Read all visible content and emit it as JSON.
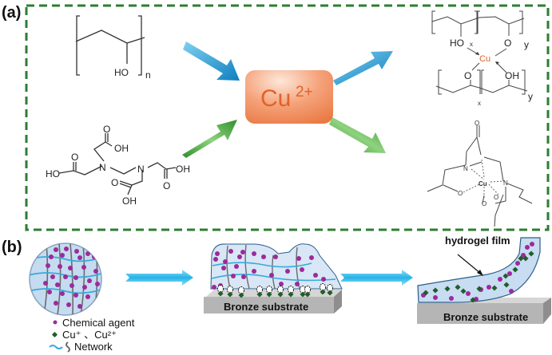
{
  "panels": {
    "a": {
      "label": "(a)",
      "ligands": {
        "pva": {
          "name": "PVA repeat unit",
          "group": "HO",
          "subscript": "n"
        },
        "edta": {
          "name": "EDTA",
          "oh_labels": [
            "OH",
            "HO",
            "OH",
            "OH"
          ],
          "o_labels": [
            "O",
            "O",
            "O",
            "O"
          ],
          "n_labels": [
            "N",
            "N"
          ]
        }
      },
      "center": {
        "ion": "Cu",
        "charge": "2+"
      },
      "products": {
        "pva_complex": {
          "metal": "Cu",
          "groups": [
            "HO",
            "O",
            "O",
            "OH"
          ],
          "subscripts": [
            "x",
            "y",
            "x",
            "y"
          ]
        },
        "edta_complex": {
          "metal": "Cu",
          "atoms": [
            "N",
            "N",
            "O",
            "O",
            "O",
            "O"
          ]
        }
      },
      "colors": {
        "border": "#2e7d32",
        "blue_arrow": "#1e88c8",
        "green_arrow": "#3fa535",
        "center_box": "#f08a55",
        "center_text": "#e0622a"
      }
    },
    "b": {
      "label": "(b)",
      "stages": [
        {
          "name": "hydrogel-sphere"
        },
        {
          "name": "hydrogel-on-substrate",
          "substrate_label": "Bronze substrate"
        },
        {
          "name": "peeled-film",
          "substrate_label": "Bronze substrate",
          "annotation": "hydrogel film"
        }
      ],
      "legend": {
        "items": [
          {
            "icon": "dot-purple",
            "label": "Chemical agent"
          },
          {
            "icon": "diamond-green",
            "label": "Cu⁺ 、Cu²⁺"
          },
          {
            "icon": "network",
            "label": "Network"
          }
        ]
      },
      "colors": {
        "agent": "#9c2a9c",
        "copper": "#1f5e2a",
        "gel": "#cfe2f5",
        "network_blue": "#39a9dc",
        "network_gray": "#6b6b6b",
        "substrate": "#b5b5b5",
        "arrow": "#3cc0ea"
      }
    }
  }
}
